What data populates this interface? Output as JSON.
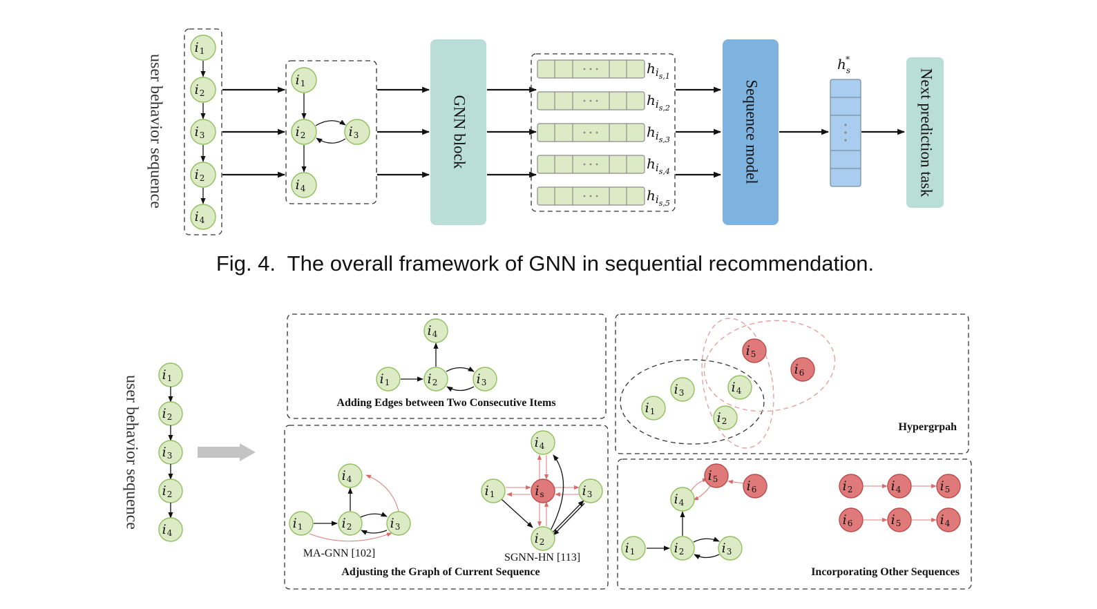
{
  "colors": {
    "green_fill": "#dcebc6",
    "green_stroke": "#8fbf5a",
    "red_fill": "#e07a7a",
    "red_stroke": "#b84a4a",
    "gnn_block": "#b9ddd7",
    "sequence_model": "#7eb3e0",
    "hs_vector": "#a9cdee",
    "next_task": "#b9ddd7",
    "embedding_cell": "#dcebc6",
    "red_edge": "#e08080",
    "black_edge": "#111111",
    "gray_arrow": "#c4c4c4"
  },
  "fig4": {
    "seq_label": "user behavior sequence",
    "sequence": [
      {
        "base": "i",
        "sub": "1"
      },
      {
        "base": "i",
        "sub": "2"
      },
      {
        "base": "i",
        "sub": "3"
      },
      {
        "base": "i",
        "sub": "2"
      },
      {
        "base": "i",
        "sub": "4"
      }
    ],
    "graph_nodes": [
      {
        "id": "n1",
        "base": "i",
        "sub": "1"
      },
      {
        "id": "n2",
        "base": "i",
        "sub": "2"
      },
      {
        "id": "n3",
        "base": "i",
        "sub": "3"
      },
      {
        "id": "n4",
        "base": "i",
        "sub": "4"
      }
    ],
    "gnn_block_label": "GNN block",
    "embeddings": [
      {
        "label": "h",
        "sub": "i",
        "subsub": "s,1"
      },
      {
        "label": "h",
        "sub": "i",
        "subsub": "s,2"
      },
      {
        "label": "h",
        "sub": "i",
        "subsub": "s,3"
      },
      {
        "label": "h",
        "sub": "i",
        "subsub": "s,4"
      },
      {
        "label": "h",
        "sub": "i",
        "subsub": "s,5"
      }
    ],
    "embedding_ellipsis": "···",
    "sequence_model_label": "Sequence model",
    "hs_label": {
      "base": "h",
      "sub": "s",
      "sup": "*"
    },
    "hs_ellipsis": "⋮",
    "next_task_label": "Next prediction task",
    "caption": "Fig. 4.  The overall framework of GNN in sequential recommendation."
  },
  "fig5": {
    "seq_label": "user behavior sequence",
    "sequence": [
      {
        "base": "i",
        "sub": "1"
      },
      {
        "base": "i",
        "sub": "2"
      },
      {
        "base": "i",
        "sub": "3"
      },
      {
        "base": "i",
        "sub": "2"
      },
      {
        "base": "i",
        "sub": "4"
      }
    ],
    "panel_adding_edges": {
      "title": "Adding Edges between Two Consecutive Items",
      "nodes": [
        {
          "sub": "4"
        },
        {
          "sub": "1"
        },
        {
          "sub": "2"
        },
        {
          "sub": "3"
        }
      ]
    },
    "panel_hypergraph": {
      "title": "Hypergrpah",
      "green_nodes": [
        {
          "sub": "3"
        },
        {
          "sub": "1"
        },
        {
          "sub": "4"
        },
        {
          "sub": "2"
        }
      ],
      "red_nodes": [
        {
          "sub": "5"
        },
        {
          "sub": "6"
        }
      ]
    },
    "panel_adjusting": {
      "title": "Adjusting the Graph of Current Sequence",
      "ma_gnn_label": "MA-GNN [102]",
      "sgnn_hn_label": "SGNN-HN [113]",
      "ma_nodes": [
        {
          "sub": "4"
        },
        {
          "sub": "1"
        },
        {
          "sub": "2"
        },
        {
          "sub": "3"
        }
      ],
      "sg_nodes": [
        {
          "sub": "4"
        },
        {
          "sub": "1"
        },
        {
          "sub": "s",
          "red": true
        },
        {
          "sub": "3"
        },
        {
          "sub": "2"
        }
      ]
    },
    "panel_incorporating": {
      "title": "Incorporating Other Sequences",
      "left_nodes": [
        {
          "sub": "5",
          "red": true
        },
        {
          "sub": "6",
          "red": true
        },
        {
          "sub": "4"
        },
        {
          "sub": "1"
        },
        {
          "sub": "2"
        },
        {
          "sub": "3"
        }
      ],
      "seq_row1": [
        {
          "sub": "2"
        },
        {
          "sub": "4"
        },
        {
          "sub": "5"
        }
      ],
      "seq_row2": [
        {
          "sub": "6"
        },
        {
          "sub": "5"
        },
        {
          "sub": "4"
        }
      ]
    }
  }
}
